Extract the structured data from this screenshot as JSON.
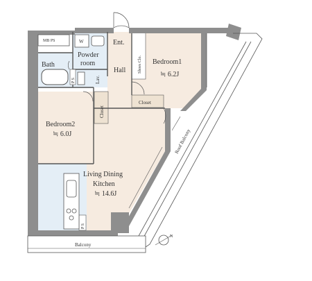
{
  "labels": {
    "mbps": "MB PS",
    "w": "W",
    "entrance": "Ent.",
    "powder_room_1": "Powder",
    "powder_room_2": "room",
    "bath": "Bath",
    "hall": "Hall",
    "lav": "Lav.",
    "ps": "P S",
    "shoes_closet": "Shoes Clo.",
    "bedroom1_name": "Bedroom1",
    "bedroom1_size": "≒ 6.2J",
    "closet_bed1": "Closet",
    "bedroom2_name": "Bedroom2",
    "bedroom2_size": "≒ 6.0J",
    "closet_bed2": "Closet",
    "ldk_name_1": "Living Dining",
    "ldk_name_2": "Kitchen",
    "ldk_size": "≒ 14.6J",
    "roof_balcony": "Roof Balcony",
    "balcony": "Balcony",
    "north": "N",
    "ps_kitchen": "P S"
  },
  "colors": {
    "wall": "#8e8e8e",
    "floor_wood": "#f6ebe0",
    "floor_wet": "#e4eef6",
    "closet": "#eee2d2",
    "balcony": "#ffffff",
    "line": "#555555"
  }
}
